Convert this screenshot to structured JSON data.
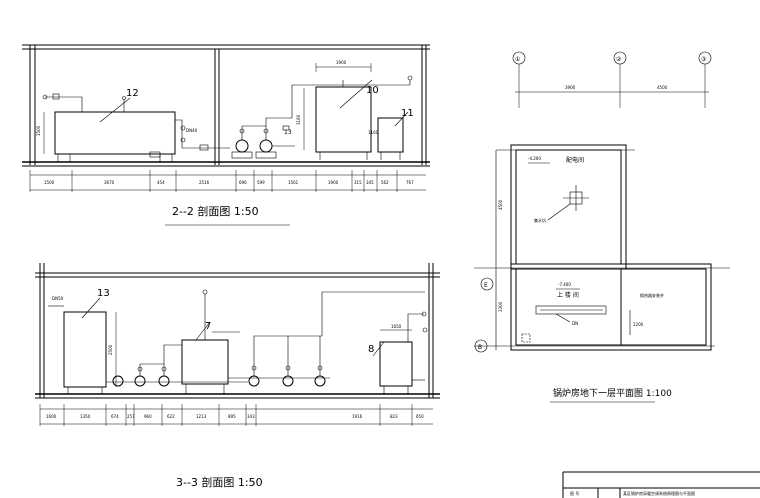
{
  "sections": {
    "s22": {
      "caption": "2--2  剖面图 1:50",
      "equipment_labels": [
        "12",
        "10",
        "11"
      ],
      "dims_bottom": [
        "1500",
        "3670",
        "454",
        "2516",
        "696",
        "599",
        "1561",
        "1900",
        "315",
        "345",
        "562",
        "767"
      ],
      "tank10_width": "1900"
    },
    "s33": {
      "caption": "3--3  剖面图 1:50",
      "equipment_labels": [
        "13",
        "7",
        "8"
      ],
      "dims_bottom": [
        "1600",
        "1350",
        "674",
        "257",
        "960",
        "622",
        "1213",
        "895",
        "343",
        "1916",
        "823",
        "650"
      ],
      "tank8_width": "1650"
    }
  },
  "plan": {
    "caption": "锅炉房地下一层平面图 1:100",
    "axes": [
      "①",
      "②",
      "③"
    ],
    "rows": [
      "E",
      "B"
    ],
    "dims_top": [
      "3900",
      "4500"
    ],
    "room_upper": "配电间",
    "room_lower": "上 楼 间",
    "room_lower_right": "换热器安装井",
    "level_upper": "-4.200",
    "level_lower": "-7.400",
    "left_dims": [
      "4500",
      "3300"
    ]
  },
  "title_block": {
    "label": "图 号",
    "text": "某区锅炉房采暖空调系统原理图与平面图"
  }
}
